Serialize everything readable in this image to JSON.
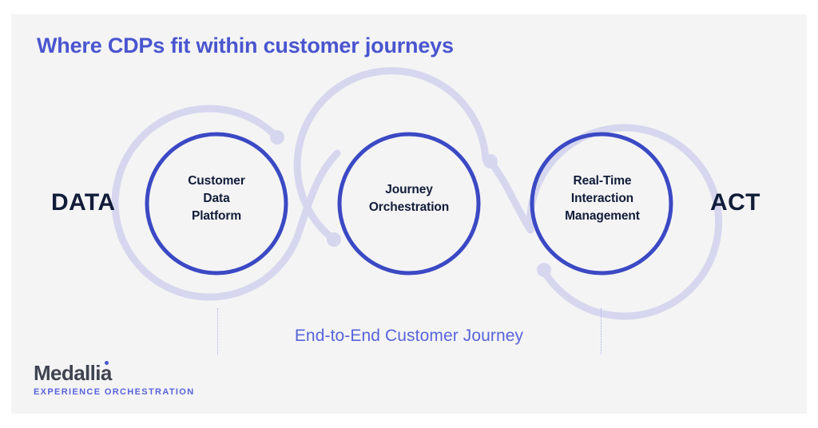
{
  "panel": {
    "background_color": "#f4f4f5",
    "page_background": "#ffffff"
  },
  "header": {
    "title": "Where CDPs fit within customer journeys",
    "title_color": "#4a55cf"
  },
  "diagram": {
    "type": "process-flow",
    "accent_color": "#3b49c4",
    "halo_color": "#d6d7ee",
    "label_color": "#111c38",
    "left_label": "DATA",
    "right_label": "ACT",
    "nodes": [
      {
        "id": "cdp",
        "lines": [
          "Customer",
          "Data",
          "Platform"
        ]
      },
      {
        "id": "journey-orchestration",
        "lines": [
          "Journey",
          "Orchestration"
        ]
      },
      {
        "id": "rtim",
        "lines": [
          "Real-Time",
          "Interaction",
          "Management"
        ]
      }
    ],
    "caption": "End-to-End Customer Journey",
    "caption_color": "#5864da"
  },
  "logo": {
    "wordmark": "Medallia",
    "wordmark_color": "#3f4450",
    "tagline": "EXPERIENCE ORCHESTRATION",
    "tagline_color": "#5864da",
    "dot_color": "#4a55cf"
  }
}
